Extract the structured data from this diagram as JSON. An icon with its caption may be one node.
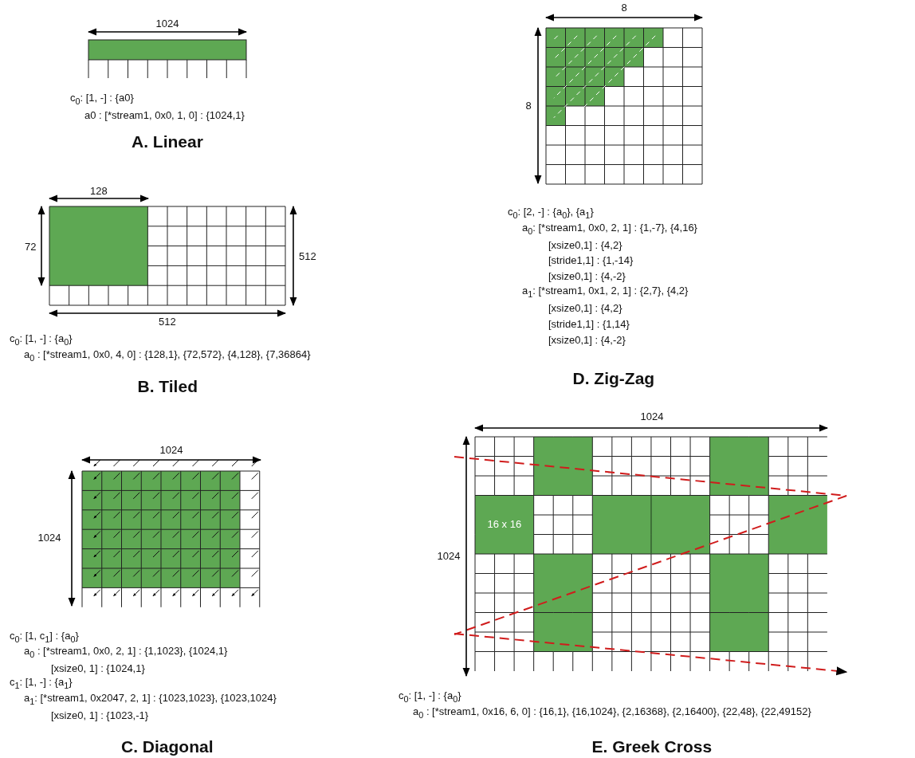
{
  "diagram": {
    "labels": [
      "1024",
      "c$_{0}$: [1, -] : {a0}",
      "a0 : [*stream1, 0x0, 1, 0] : {1024,1}",
      "A. Linear",
      "128",
      "72",
      "512",
      "512",
      "c$_{0}$: [1, -] : {a$_{0}$}",
      "a$_{0}$ : [*stream1, 0x0, 4, 0] : {128,1}, {72,572}, {4,128}, {7,36864}",
      "B. Tiled",
      "1024",
      "1024",
      "c$_{0}$: [1, c$_{1}$] : {a$_{0}$}",
      "a$_{0}$ : [*stream1, 0x0, 2, 1] : {1,1023}, {1024,1}",
      "[xsize0, 1] : {1024,1}",
      "c$_{1}$: [1, -] : {a$_{1}$}",
      "a$_{1}$: [*stream1, 0x2047, 2, 1] : {1023,1023}, {1023,1024}",
      "[xsize0, 1] : {1023,-1}",
      "C. Diagonal",
      "8",
      "8",
      "c$_{0}$: [2, -] : {a$_{0}$}, {a$_{1}$}",
      "a$_{0}$: [*stream1, 0x0, 2, 1] : {1,-7}, {4,16}",
      "[xsize0,1] : {4,2}",
      "[stride1,1] : {1,-14}",
      "[xsize0,1] : {4,-2}",
      "a$_{1}$: [*stream1, 0x1, 2, 1] : {2,7}, {4,2}",
      "[xsize0,1] : {4,2}",
      "[stride1,1] : {1,14}",
      "[xsize0,1] : {4,-2}",
      "D. Zig-Zag",
      "1024",
      "1024",
      "16 x 16",
      "c$_{0}$: [1, -] : {a$_{0}$}",
      "a$_{0}$ : [*stream1, 0x16, 6, 0] : {16,1}, {16,1024}, {2,16368}, {2,16400}, {22,48}, {22,49152}",
      "E. Greek Cross"
    ]
  }
}
